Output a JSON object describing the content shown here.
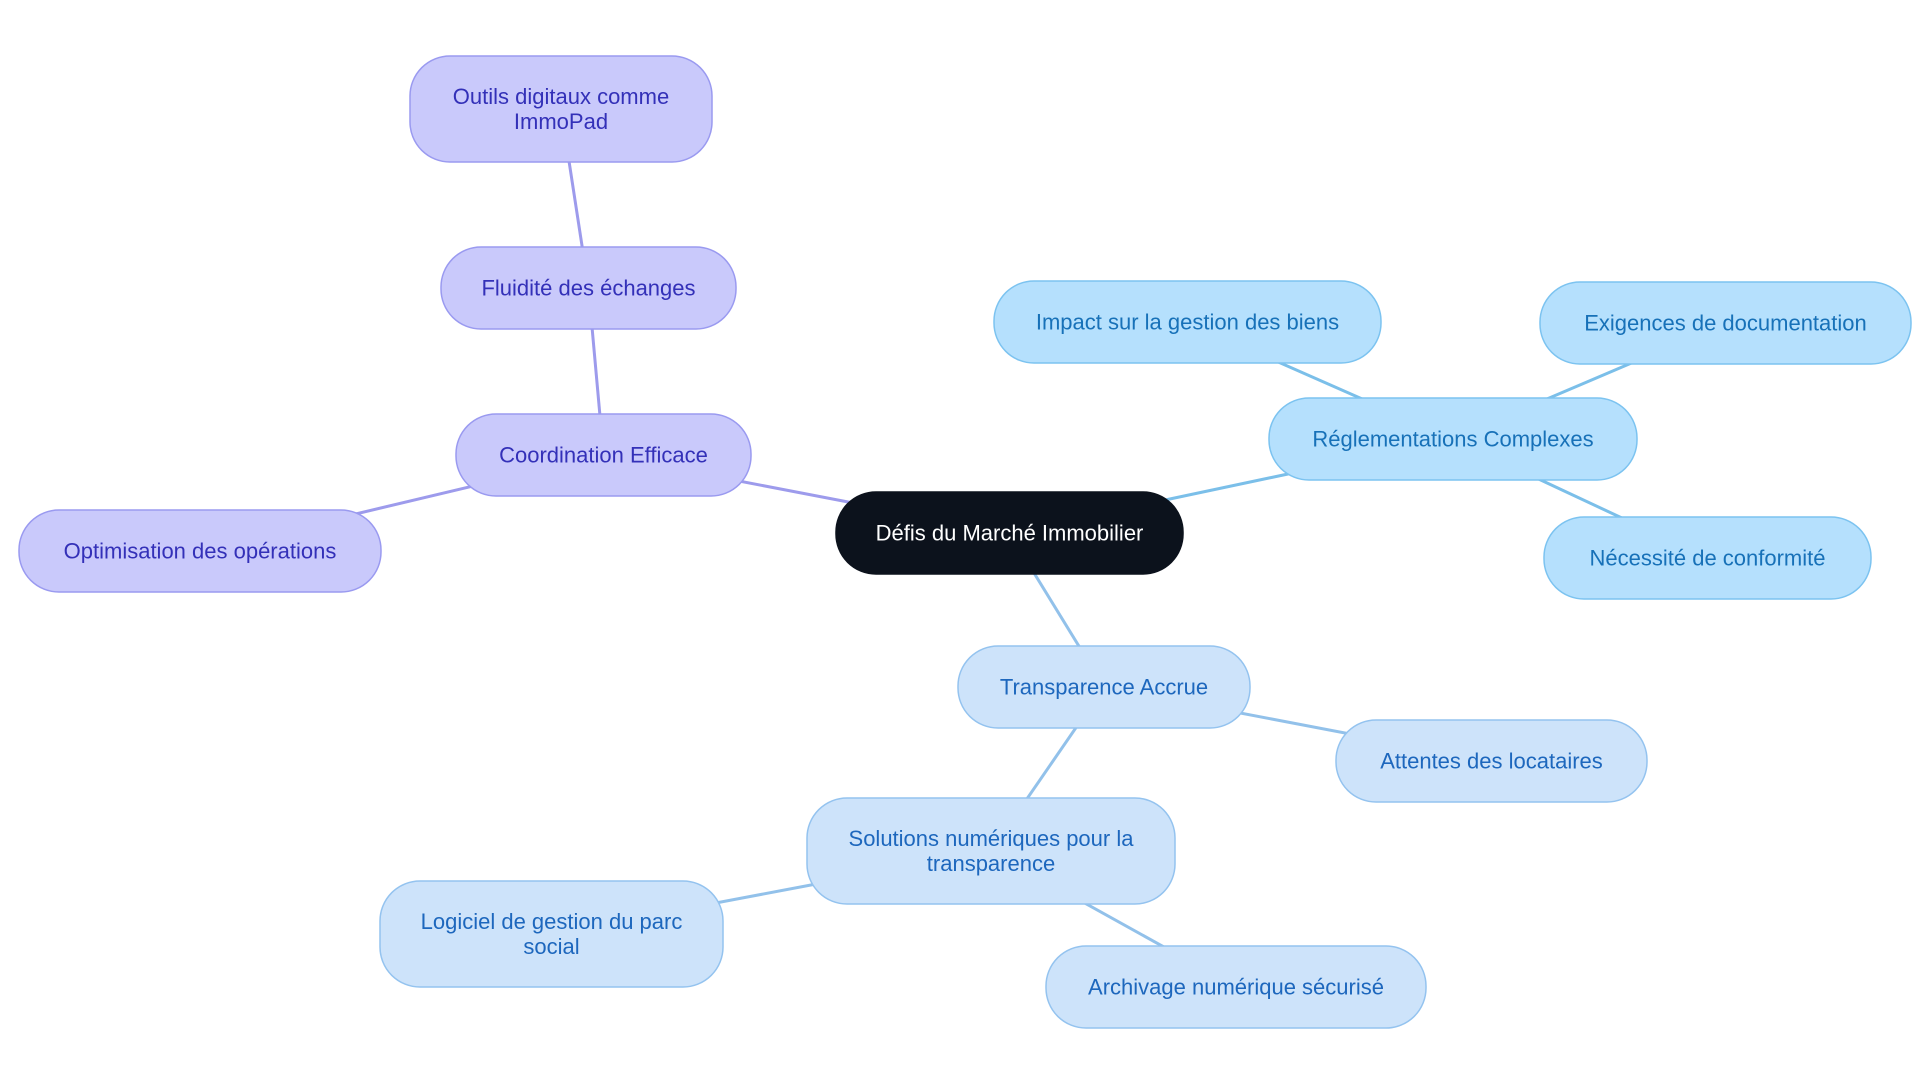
{
  "colors": {
    "root_fill": "#0c121c",
    "root_stroke": "#0c121c",
    "root_text": "#ffffff",
    "purple_fill": "#c9c9fb",
    "purple_stroke": "#9a9af0",
    "purple_text": "#3330b8",
    "purple_edge": "#9d9bec",
    "sky_fill": "#b5e0fd",
    "sky_stroke": "#7cc3f0",
    "sky_text": "#1771b8",
    "sky_edge": "#7bbfe9",
    "blue_fill": "#cde3fa",
    "blue_stroke": "#94c3ef",
    "blue_text": "#1d67bd",
    "blue_edge": "#92c1ea"
  },
  "nodes": [
    {
      "id": "root",
      "name": "root-node-defis-marche-immobilier",
      "group": "root",
      "lines": [
        "Défis du Marché Immobilier"
      ]
    },
    {
      "id": "coordination",
      "name": "node-coordination-efficace",
      "group": "purple",
      "lines": [
        "Coordination Efficace"
      ]
    },
    {
      "id": "fluidite",
      "name": "node-fluidite-echanges",
      "group": "purple",
      "lines": [
        "Fluidité des échanges"
      ]
    },
    {
      "id": "outils",
      "name": "node-outils-digitaux-immopad",
      "group": "purple",
      "lines": [
        "Outils digitaux comme",
        "ImmoPad"
      ]
    },
    {
      "id": "optimisation",
      "name": "node-optimisation-operations",
      "group": "purple",
      "lines": [
        "Optimisation des opérations"
      ]
    },
    {
      "id": "reglementations",
      "name": "node-reglementations-complexes",
      "group": "sky",
      "lines": [
        "Réglementations Complexes"
      ]
    },
    {
      "id": "impact",
      "name": "node-impact-gestion-biens",
      "group": "sky",
      "lines": [
        "Impact sur la gestion des biens"
      ]
    },
    {
      "id": "exigences",
      "name": "node-exigences-documentation",
      "group": "sky",
      "lines": [
        "Exigences de documentation"
      ]
    },
    {
      "id": "conformite",
      "name": "node-necessite-conformite",
      "group": "sky",
      "lines": [
        "Nécessité de conformité"
      ]
    },
    {
      "id": "transparence",
      "name": "node-transparence-accrue",
      "group": "blue",
      "lines": [
        "Transparence Accrue"
      ]
    },
    {
      "id": "attentes",
      "name": "node-attentes-locataires",
      "group": "blue",
      "lines": [
        "Attentes des locataires"
      ]
    },
    {
      "id": "solutions",
      "name": "node-solutions-numeriques-transparence",
      "group": "blue",
      "lines": [
        "Solutions numériques pour la",
        "transparence"
      ]
    },
    {
      "id": "logiciel",
      "name": "node-logiciel-gestion-parc-social",
      "group": "blue",
      "lines": [
        "Logiciel de gestion du parc",
        "social"
      ]
    },
    {
      "id": "archivage",
      "name": "node-archivage-numerique-securise",
      "group": "blue",
      "lines": [
        "Archivage numérique sécurisé"
      ]
    }
  ],
  "edges": [
    {
      "from": "root",
      "to": "coordination",
      "group": "purple"
    },
    {
      "from": "coordination",
      "to": "fluidite",
      "group": "purple"
    },
    {
      "from": "fluidite",
      "to": "outils",
      "group": "purple"
    },
    {
      "from": "coordination",
      "to": "optimisation",
      "group": "purple"
    },
    {
      "from": "root",
      "to": "reglementations",
      "group": "sky"
    },
    {
      "from": "reglementations",
      "to": "impact",
      "group": "sky"
    },
    {
      "from": "reglementations",
      "to": "exigences",
      "group": "sky"
    },
    {
      "from": "reglementations",
      "to": "conformite",
      "group": "sky"
    },
    {
      "from": "root",
      "to": "transparence",
      "group": "blue"
    },
    {
      "from": "transparence",
      "to": "attentes",
      "group": "blue"
    },
    {
      "from": "transparence",
      "to": "solutions",
      "group": "blue"
    },
    {
      "from": "solutions",
      "to": "logiciel",
      "group": "blue"
    },
    {
      "from": "solutions",
      "to": "archivage",
      "group": "blue"
    }
  ]
}
